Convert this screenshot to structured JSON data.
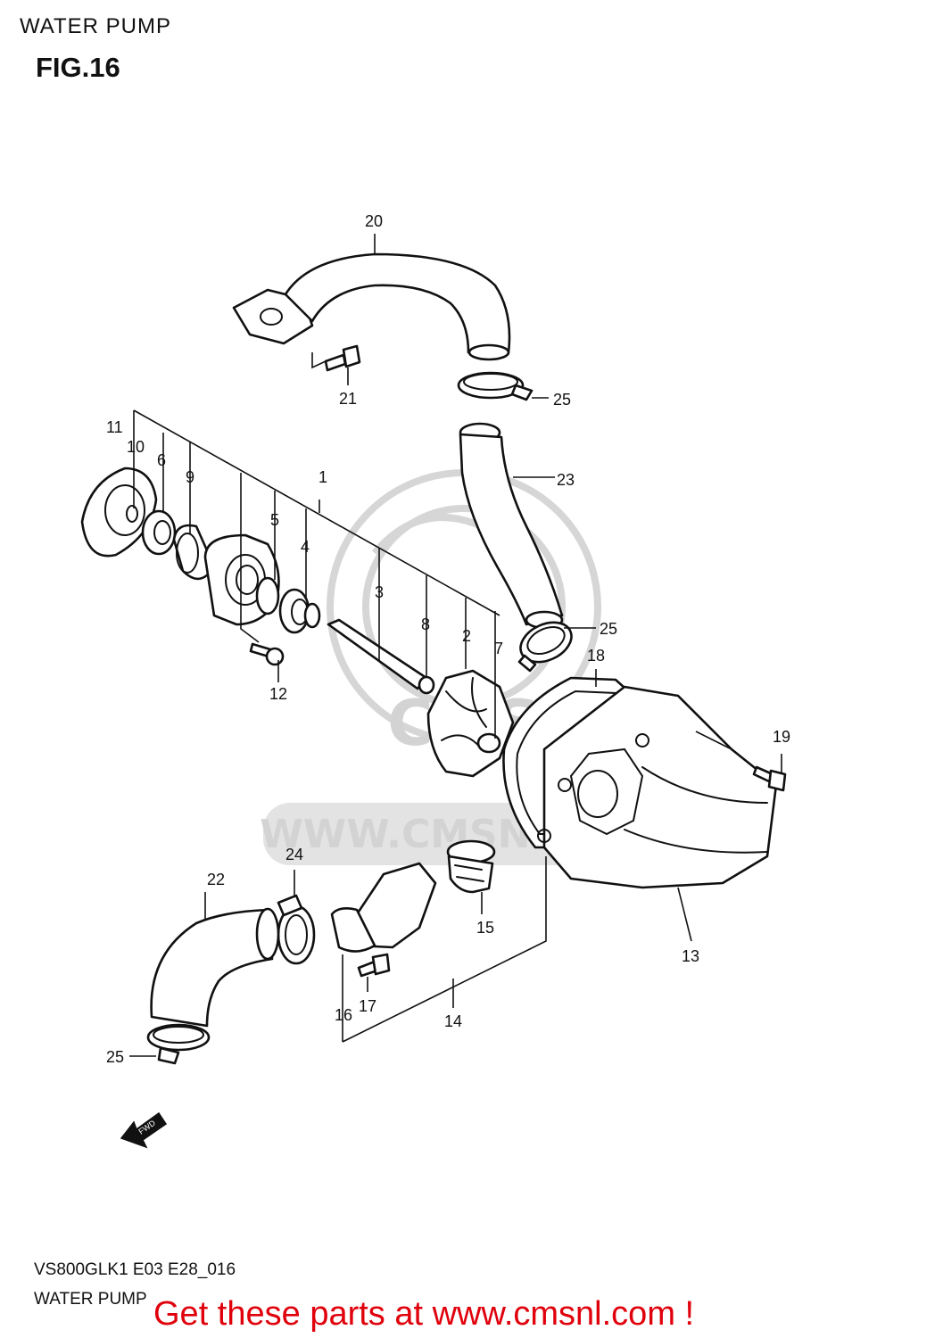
{
  "header": {
    "title": "WATER PUMP",
    "figure": "FIG.16"
  },
  "watermark": {
    "site": "WWW.CMSNL.COM",
    "logo_text": "CMS"
  },
  "direction_arrow": {
    "label": "FWD"
  },
  "callouts": [
    "1",
    "2",
    "3",
    "4",
    "5",
    "6",
    "7",
    "8",
    "9",
    "10",
    "11",
    "12",
    "13",
    "14",
    "15",
    "16",
    "17",
    "18",
    "19",
    "20",
    "21",
    "22",
    "23",
    "24",
    "25",
    "25",
    "25"
  ],
  "footer": {
    "model_code": "VS800GLK1 E03 E28_016",
    "section_name": "WATER PUMP",
    "promo": "Get these parts at www.cmsnl.com !"
  },
  "colors": {
    "promo_red": "#e0000b",
    "line": "#111111",
    "watermark": "#d6d6d6"
  }
}
